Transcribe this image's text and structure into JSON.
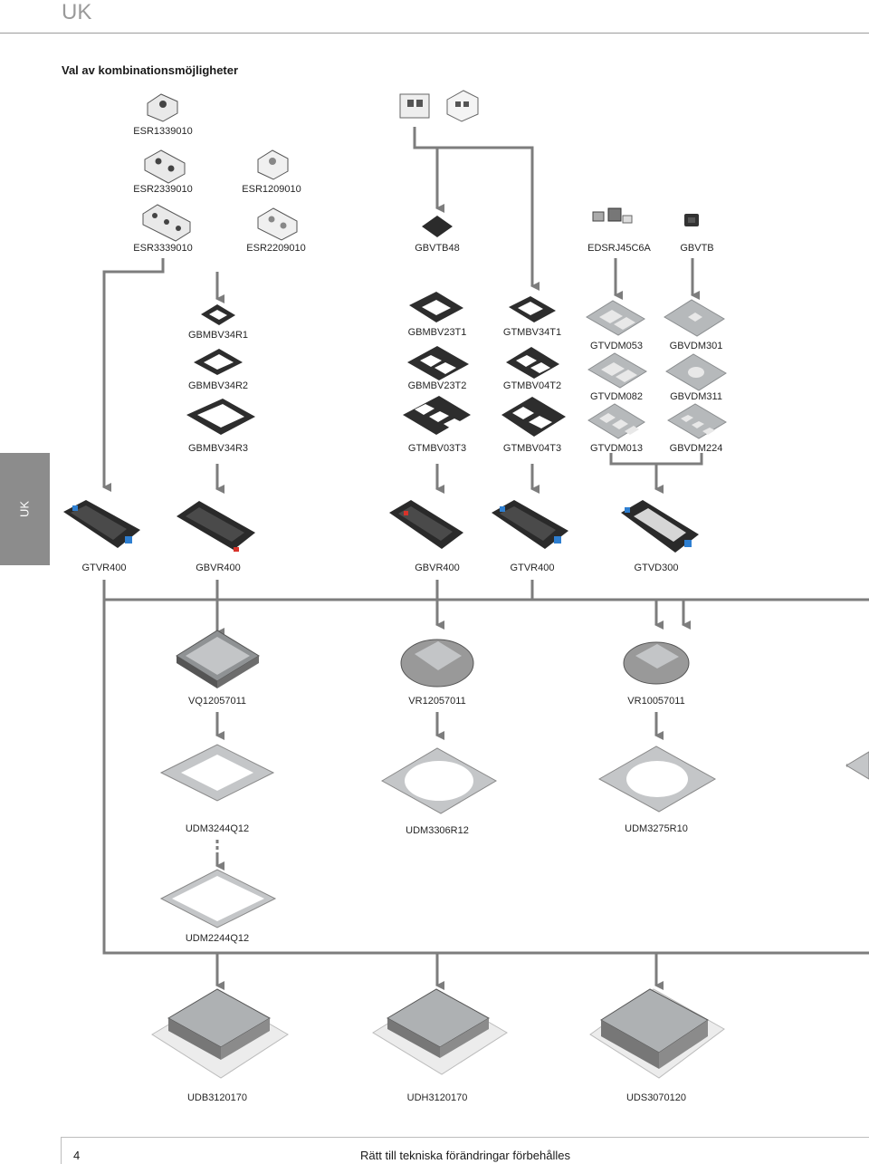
{
  "header": {
    "title": "UK"
  },
  "section_title": "Val av kombinationsmöjligheter",
  "side_tab": "UK",
  "colors": {
    "arrow": "#7d7d7d",
    "tab": "#8c8c8c",
    "header": "#9a9a9a",
    "part": "#2d2d2d",
    "plate": "#b6b9bb"
  },
  "products": {
    "esr1339010": "ESR1339010",
    "esr2339010": "ESR2339010",
    "esr1209010": "ESR1209010",
    "esr3339010": "ESR3339010",
    "esr2209010": "ESR2209010",
    "gbvtb48": "GBVTB48",
    "edsrj45c6a": "EDSRJ45C6A",
    "gbvtb": "GBVTB",
    "gbmbv34r1": "GBMBV34R1",
    "gbmbv34r2": "GBMBV34R2",
    "gbmbv34r3": "GBMBV34R3",
    "gbmbv23t1": "GBMBV23T1",
    "gbmbv23t2": "GBMBV23T2",
    "gtmbv03t3": "GTMBV03T3",
    "gtmbv34t1": "GTMBV34T1",
    "gtmbv04t2": "GTMBV04T2",
    "gtmbv04t3": "GTMBV04T3",
    "gtvdm053": "GTVDM053",
    "gtvdm082": "GTVDM082",
    "gtvdm013": "GTVDM013",
    "gbvdm301": "GBVDM301",
    "gbvdm311": "GBVDM311",
    "gbvdm224": "GBVDM224",
    "box1": "GTVR400",
    "box2": "GBVR400",
    "box3": "GBVR400",
    "box4": "GTVR400",
    "box5": "GTVD300",
    "vq12057011": "VQ12057011",
    "vr12057011": "VR12057011",
    "vr10057011": "VR10057011",
    "udm3244q12": "UDM3244Q12",
    "udm3306r12": "UDM3306R12",
    "udm3275r10": "UDM3275R10",
    "udm2244q12": "UDM2244Q12",
    "udb3120170": "UDB3120170",
    "udh3120170": "UDH3120170",
    "uds3070120": "UDS3070120"
  },
  "footer": {
    "page_number": "4",
    "note": "Rätt till tekniska förändringar förbehålles"
  }
}
